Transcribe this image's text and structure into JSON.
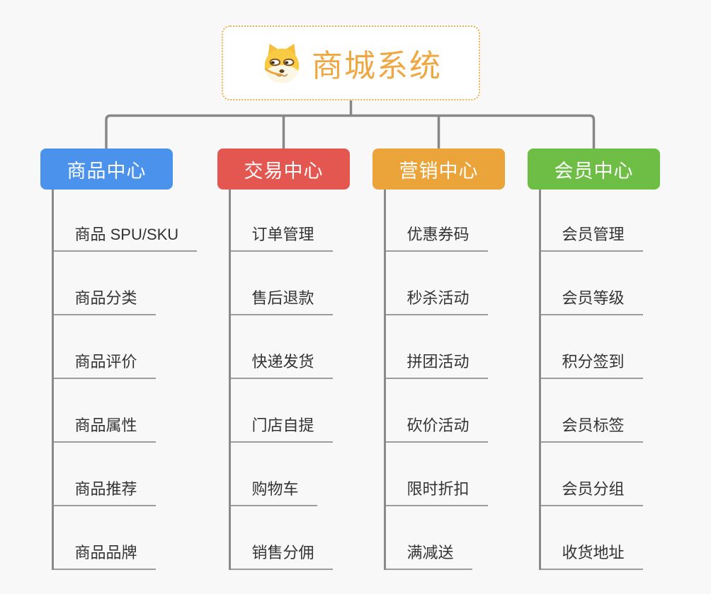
{
  "root": {
    "title": "商城系统",
    "icon": "shiba-dog-icon"
  },
  "branches": [
    {
      "label": "商品中心",
      "color": "#4A92EC",
      "children": [
        "商品 SPU/SKU",
        "商品分类",
        "商品评价",
        "商品属性",
        "商品推荐",
        "商品品牌"
      ]
    },
    {
      "label": "交易中心",
      "color": "#E45751",
      "children": [
        "订单管理",
        "售后退款",
        "快递发货",
        "门店自提",
        "购物车",
        "销售分佣"
      ]
    },
    {
      "label": "营销中心",
      "color": "#EAA439",
      "children": [
        "优惠券码",
        "秒杀活动",
        "拼团活动",
        "砍价活动",
        "限时折扣",
        "满减送"
      ]
    },
    {
      "label": "会员中心",
      "color": "#6EBE45",
      "children": [
        "会员管理",
        "会员等级",
        "积分签到",
        "会员标签",
        "会员分组",
        "收货地址"
      ]
    }
  ],
  "colors": {
    "root_title": "#EFA841",
    "root_border": "#EBAF52",
    "connector": "#878787",
    "leaf_underline": "#9C9C9C",
    "leaf_text": "#333333",
    "background": "#F8F8F8"
  }
}
